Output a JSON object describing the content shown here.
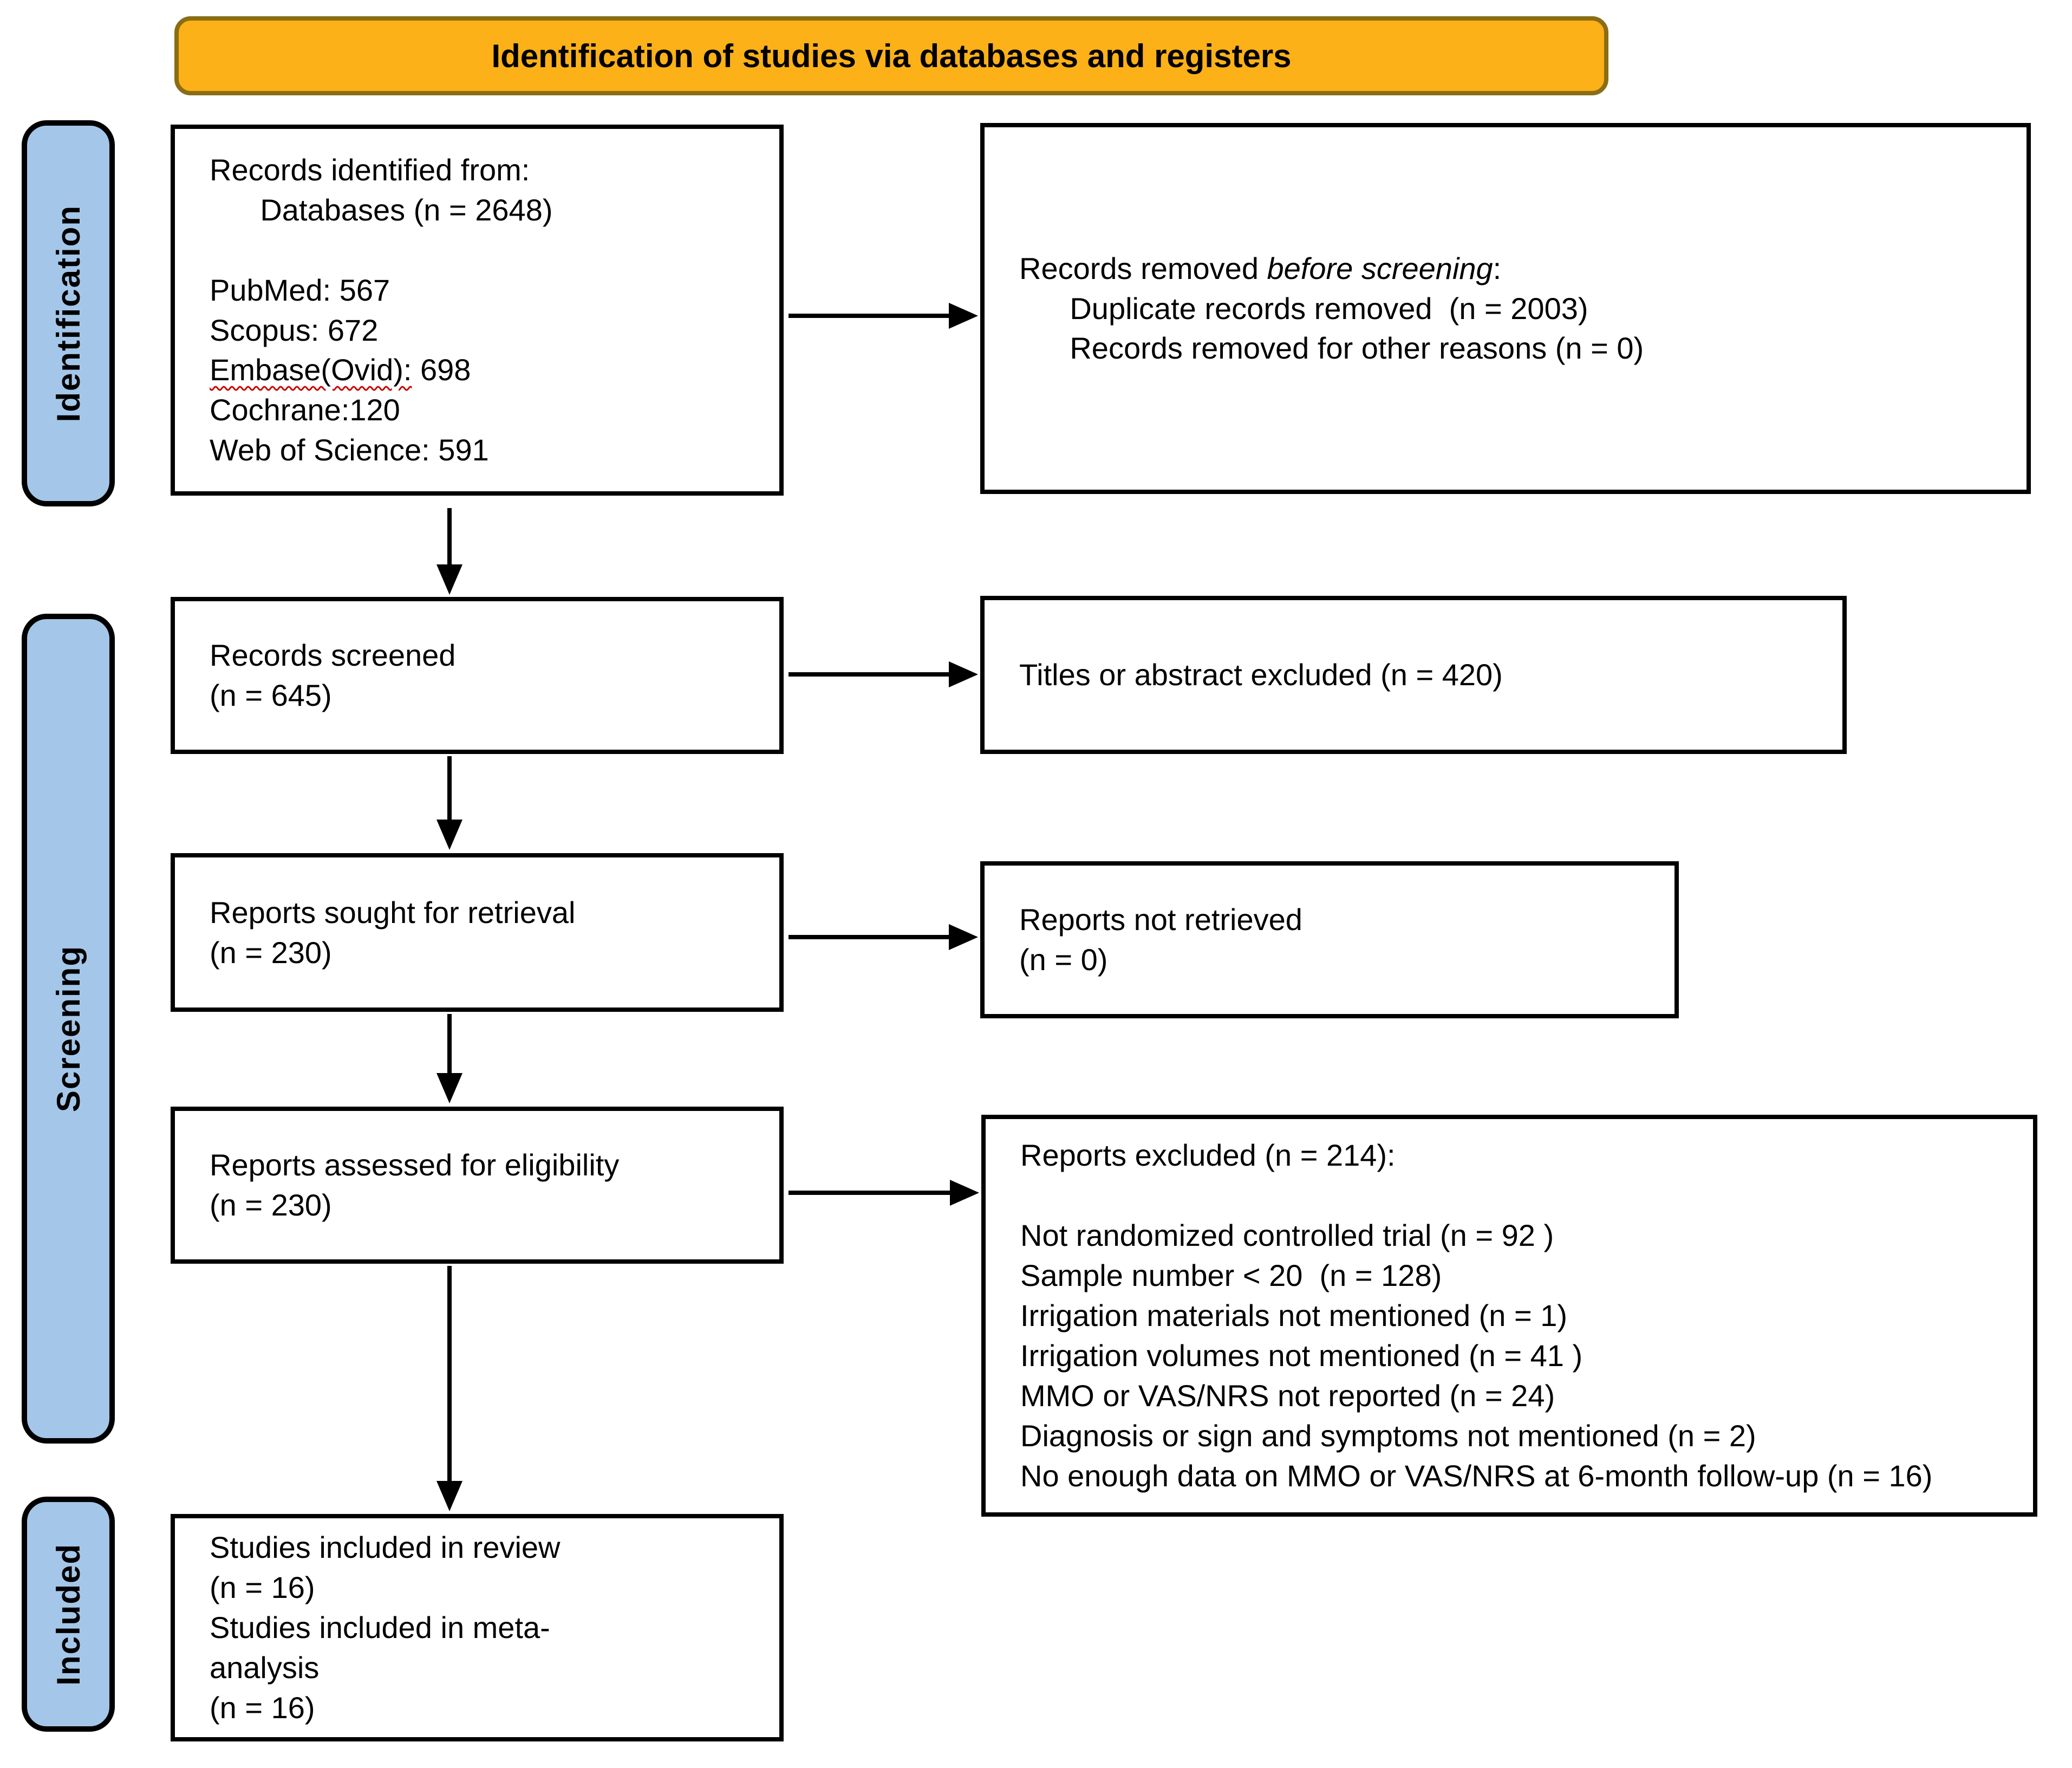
{
  "banner": {
    "title": "Identification of studies via databases and registers"
  },
  "stages": {
    "identification": "Identification",
    "screening": "Screening",
    "included": "Included"
  },
  "nodes": {
    "records_identified": {
      "text_before": "Records identified from:\n      Databases (n = 2648)\n\nPubMed: 567\nScopus: 672\n",
      "embase_label": "Embase(Ovid):",
      "embase_value": " 698",
      "text_after": "\nCochrane:120\nWeb of Science: 591"
    },
    "records_removed": {
      "title_prefix": "Records removed ",
      "title_italic": "before screening",
      "title_suffix": ":",
      "items": "\n      Duplicate records removed  (n = 2003)\n      Records removed for other reasons (n = 0)"
    },
    "records_screened": {
      "text": "Records screened\n(n = 645)"
    },
    "titles_excluded": {
      "text": "Titles or abstract excluded (n = 420)"
    },
    "reports_sought": {
      "text": "Reports sought for retrieval\n(n = 230)"
    },
    "reports_not_retrieved": {
      "text": "Reports not retrieved\n(n = 0)"
    },
    "reports_assessed": {
      "text": "Reports assessed for eligibility\n(n = 230)"
    },
    "reports_excluded": {
      "text": "Reports excluded (n = 214):\n\nNot randomized controlled trial (n = 92 )\nSample number < 20  (n = 128)\nIrrigation materials not mentioned (n = 1)\nIrrigation volumes not mentioned (n = 41 )\nMMO or VAS/NRS not reported (n = 24)\nDiagnosis or sign and symptoms not mentioned (n = 2)\nNo enough data on MMO or VAS/NRS at 6-month follow-up (n = 16)"
    },
    "studies_included": {
      "text": "Studies included in review\n(n = 16)\nStudies included in meta-\nanalysis\n(n = 16)"
    }
  },
  "colors": {
    "banner_fill": "#FBB117",
    "banner_border": "#8a6d14",
    "stage_fill": "#A4C6E8",
    "stage_border": "#000000",
    "node_border": "#000000",
    "arrow_color": "#000000",
    "spellcheck_underline": "#cc0000"
  }
}
